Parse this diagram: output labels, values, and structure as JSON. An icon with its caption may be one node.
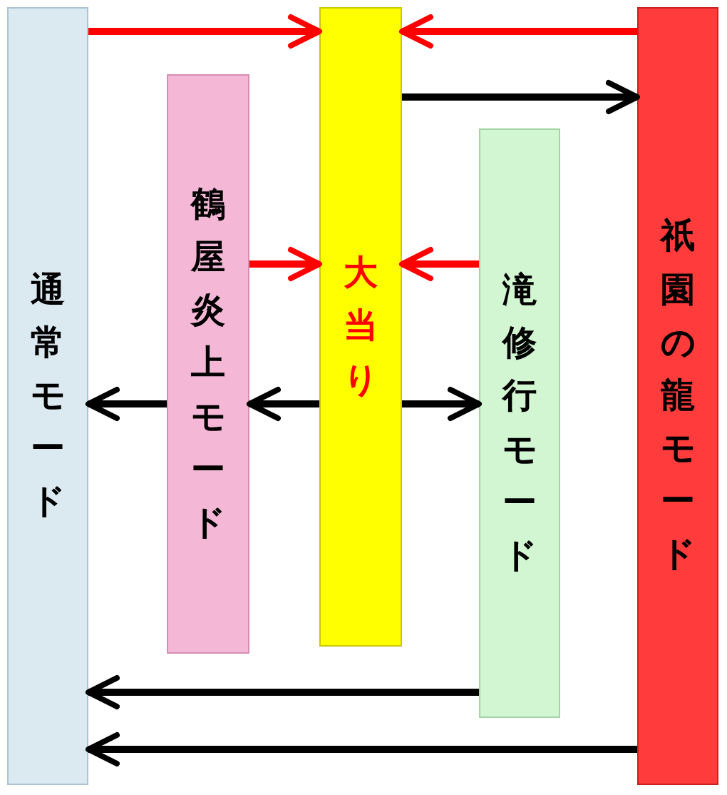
{
  "diagram": {
    "nodes": [
      {
        "text": [
          "通常モード"
        ]
      },
      {
        "text": [
          "鶴屋炎上モード"
        ]
      },
      {
        "text": [
          "大当り"
        ]
      },
      {
        "text": [
          "滝修行モード"
        ]
      },
      {
        "text": [
          "祇園の龍モード"
        ]
      }
    ],
    "edges": [
      {
        "from": 0,
        "to": 2,
        "arrow": "to",
        "color": "#ff0000"
      },
      {
        "from": 4,
        "to": 2,
        "arrow": "to",
        "color": "#ff0000"
      },
      {
        "from": 2,
        "to": 4,
        "arrow": "to"
      },
      {
        "from": 1,
        "to": 2,
        "arrow": "to",
        "color": "#ff0000"
      },
      {
        "from": 3,
        "to": 2,
        "arrow": "to",
        "color": "#ff0000"
      },
      {
        "from": 1,
        "to": 0,
        "arrow": "to"
      },
      {
        "from": 2,
        "to": 1,
        "arrow": "to"
      },
      {
        "from": 2,
        "to": 3,
        "arrow": "to"
      },
      {
        "from": 3,
        "to": 0,
        "arrow": "to"
      },
      {
        "from": 4,
        "to": 0,
        "arrow": "to"
      }
    ]
  }
}
